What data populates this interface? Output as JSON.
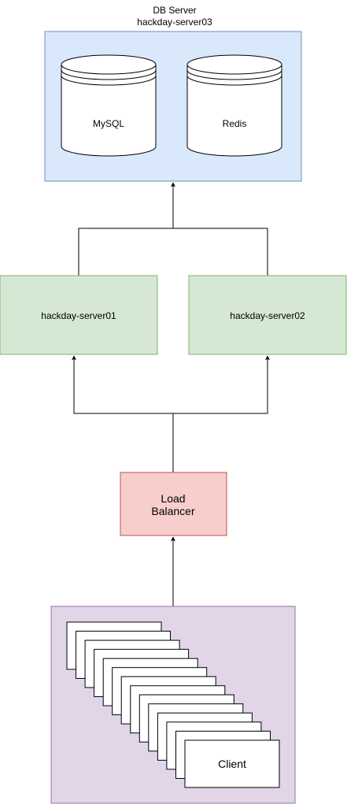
{
  "db_server": {
    "title_line1": "DB Server",
    "title_line2": "hackday-server03",
    "fill": "#dae8fc",
    "stroke": "#6c8ebf",
    "databases": [
      {
        "label": "MySQL"
      },
      {
        "label": "Redis"
      }
    ]
  },
  "app_servers": [
    {
      "label": "hackday-server01"
    },
    {
      "label": "hackday-server02"
    }
  ],
  "app_server_style": {
    "fill": "#d5e8d4",
    "stroke": "#82b366"
  },
  "load_balancer": {
    "line1": "Load",
    "line2": "Balancer",
    "fill": "#f8cecc",
    "stroke": "#b85450"
  },
  "clients": {
    "label": "Client",
    "fill": "#e1d5e7",
    "stroke": "#9673a6"
  }
}
